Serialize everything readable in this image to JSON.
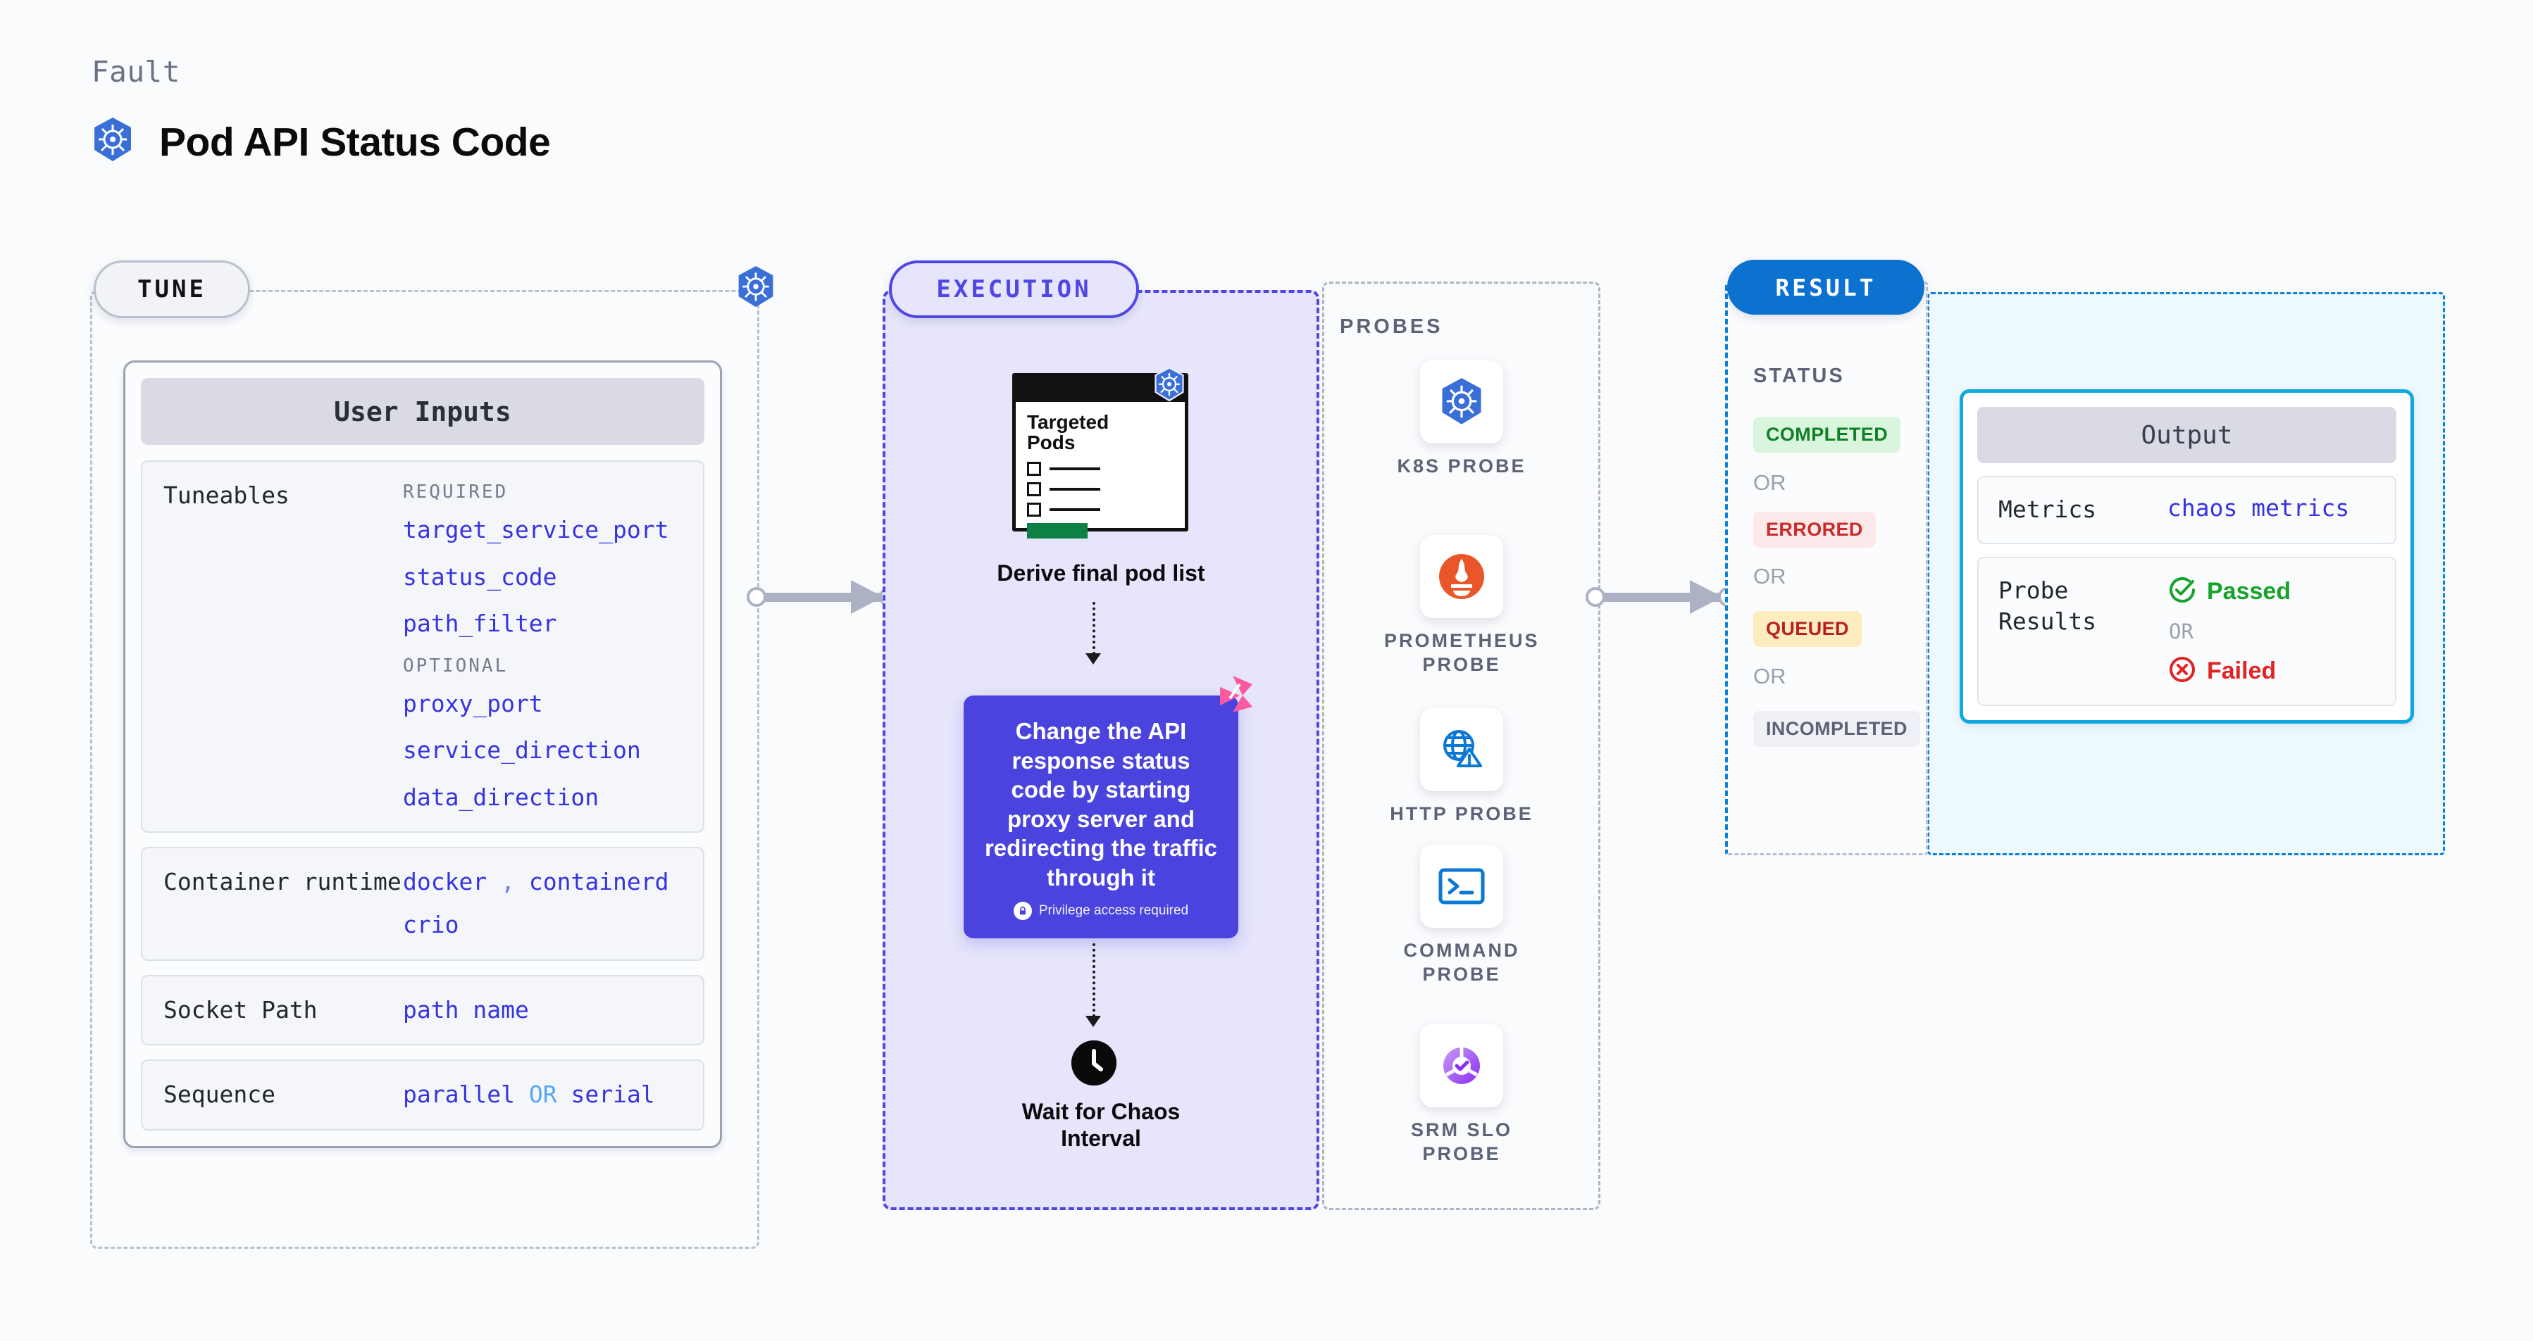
{
  "header": {
    "eyebrow": "Fault",
    "title": "Pod API Status Code",
    "icon": "kubernetes-icon"
  },
  "tune": {
    "pill_label": "TUNE",
    "card_title": "User Inputs",
    "tuneables": {
      "label": "Tuneables",
      "required_caption": "REQUIRED",
      "required": [
        "target_service_port",
        "status_code",
        "path_filter"
      ],
      "optional_caption": "OPTIONAL",
      "optional": [
        "proxy_port",
        "service_direction",
        "data_direction"
      ]
    },
    "rows": [
      {
        "label": "Container runtime",
        "values": [
          "docker",
          "containerd",
          "crio"
        ],
        "separator": ","
      },
      {
        "label": "Socket Path",
        "values": [
          "path name"
        ]
      },
      {
        "label": "Sequence",
        "values": [
          "parallel",
          "serial"
        ],
        "joiner": "OR"
      }
    ]
  },
  "execution": {
    "pill_label": "EXECUTION",
    "pods_card": {
      "title_line1": "Targeted",
      "title_line2": "Pods",
      "icon": "kubernetes-icon"
    },
    "derive_caption": "Derive final pod list",
    "action_card": {
      "text": "Change the API response status code by starting proxy server and redirecting the traffic through it",
      "privilege_note": "Privilege access required",
      "privilege_icon": "lock-icon",
      "ribbon_icon": "harness-logo-icon",
      "color": "#4a43dd"
    },
    "wait_caption_line1": "Wait for Chaos",
    "wait_caption_line2": "Interval",
    "wait_icon": "clock-icon"
  },
  "probes": {
    "label": "PROBES",
    "items": [
      {
        "label_line1": "K8S PROBE",
        "label_line2": "",
        "icon": "kubernetes-icon"
      },
      {
        "label_line1": "PROMETHEUS",
        "label_line2": "PROBE",
        "icon": "prometheus-icon"
      },
      {
        "label_line1": "HTTP PROBE",
        "label_line2": "",
        "icon": "globe-warning-icon"
      },
      {
        "label_line1": "COMMAND",
        "label_line2": "PROBE",
        "icon": "terminal-icon"
      },
      {
        "label_line1": "SRM SLO",
        "label_line2": "PROBE",
        "icon": "slo-donut-check-icon"
      }
    ]
  },
  "result": {
    "pill_label": "RESULT",
    "status_label": "STATUS",
    "or_label": "OR",
    "statuses": [
      {
        "text": "COMPLETED",
        "bg": "#d9f5dd",
        "fg": "#108026"
      },
      {
        "text": "ERRORED",
        "bg": "#fde9e9",
        "fg": "#c92a2a"
      },
      {
        "text": "QUEUED",
        "bg": "#fdecc0",
        "fg": "#ba1f1f"
      },
      {
        "text": "INCOMPLETED",
        "bg": "#f0f1f6",
        "fg": "#5d6376"
      }
    ],
    "output": {
      "title": "Output",
      "metrics_label": "Metrics",
      "metrics_value": "chaos metrics",
      "probe_results_label_line1": "Probe",
      "probe_results_label_line2": "Results",
      "passed_text": "Passed",
      "failed_text": "Failed",
      "or_label": "OR",
      "passed_icon": "check-circle-icon",
      "failed_icon": "x-circle-icon"
    }
  }
}
